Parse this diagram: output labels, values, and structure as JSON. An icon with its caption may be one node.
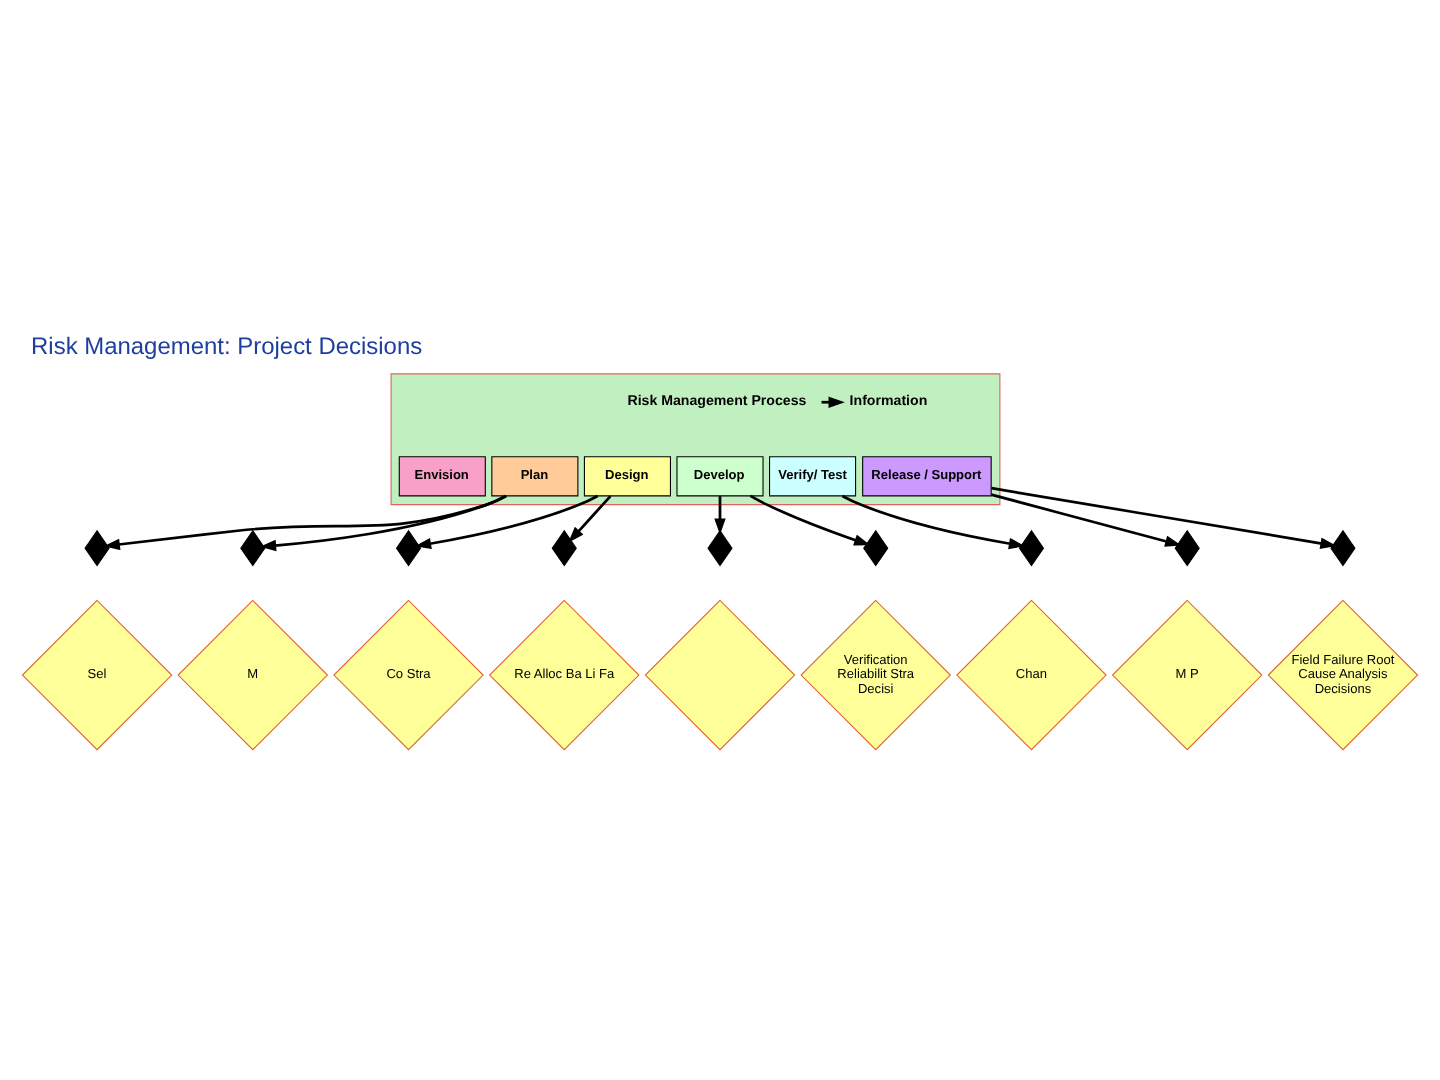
{
  "diagram": {
    "title": "Risk Management: Project Decisions",
    "nodes": [
      {
        "text": [],
        "shape": "box"
      },
      {
        "text": [
          "Risk Management Process"
        ],
        "in": 0
      },
      {
        "text": [
          "Information"
        ],
        "in": 0
      },
      {
        "text": [
          "Envision"
        ],
        "in": 0
      },
      {
        "text": [
          "Plan"
        ],
        "in": 0
      },
      {
        "text": [
          "Design"
        ],
        "in": 0
      },
      {
        "text": [
          "Develop"
        ],
        "in": 0
      },
      {
        "text": [
          "Verify/ Test"
        ],
        "in": 0
      },
      {
        "text": [
          "Release / Support"
        ],
        "in": 0
      },
      {
        "text": [],
        "shape": "diamond"
      },
      {
        "text": [],
        "shape": "diamond"
      },
      {
        "text": [],
        "shape": "diamond"
      },
      {
        "text": [],
        "shape": "diamond"
      },
      {
        "text": [],
        "shape": "diamond"
      },
      {
        "text": [],
        "shape": "diamond"
      },
      {
        "text": [],
        "shape": "diamond"
      },
      {
        "text": [],
        "shape": "diamond"
      },
      {
        "text": [],
        "shape": "diamond"
      },
      {
        "text": [
          "Sel"
        ]
      },
      {
        "text": [
          "M"
        ]
      },
      {
        "text": [
          "Co Stra"
        ]
      },
      {
        "text": [
          "Re Alloc Ba Li Fa"
        ]
      },
      {
        "text": [],
        "shape": "diamond"
      },
      {
        "text": [
          "Verification Reliabilit Stra Decisi"
        ]
      },
      {
        "text": [
          "Chan"
        ]
      },
      {
        "text": [
          "M P"
        ]
      },
      {
        "text": [
          "Field Failure Root Cause Analysis Decisions"
        ]
      }
    ],
    "edges": [
      {
        "from": 1,
        "to": 2,
        "arrow": "to"
      },
      {
        "from": 4,
        "to": 9,
        "arrow": "to"
      },
      {
        "from": 4,
        "to": 10,
        "arrow": "to"
      },
      {
        "from": 5,
        "to": 11,
        "arrow": "to"
      },
      {
        "from": 5,
        "to": 12,
        "arrow": "to"
      },
      {
        "from": 6,
        "to": 13,
        "arrow": "to"
      },
      {
        "from": 6,
        "to": 14,
        "arrow": "to"
      },
      {
        "from": 7,
        "to": 15,
        "arrow": "to"
      },
      {
        "from": 8,
        "to": 16,
        "arrow": "to"
      },
      {
        "from": 8,
        "to": 17,
        "arrow": "to"
      }
    ]
  }
}
